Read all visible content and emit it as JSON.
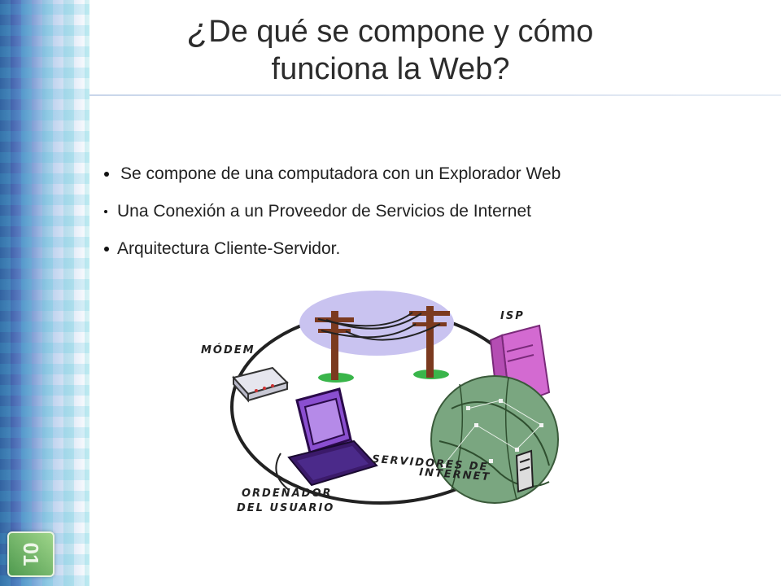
{
  "slide": {
    "title_mark": "¿",
    "title_line1": "De qué se compone  y cómo",
    "title_line2": "funciona la Web?",
    "side_tile": "01"
  },
  "bullets": [
    {
      "text": "Se compone de una computadora con un Explorador Web"
    },
    {
      "text": "Una Conexión a un Proveedor de Servicios de Internet"
    },
    {
      "text": "Arquitectura Cliente-Servidor."
    }
  ],
  "diagram": {
    "modem_label": "MÓDEM",
    "isp_label": "ISP",
    "servers_label_1": "SERVIDORES DE",
    "servers_label_2": "INTERNET",
    "user_label_1": "ORDENADOR",
    "user_label_2": "DEL USUARIO"
  },
  "colors": {
    "sidebar_blue": "#1e3c8c",
    "tile_green": "#4f9a4f",
    "computer_purple": "#8a4fd0",
    "globe_green": "#6e9e6e",
    "isp_pink": "#d36ad1"
  }
}
